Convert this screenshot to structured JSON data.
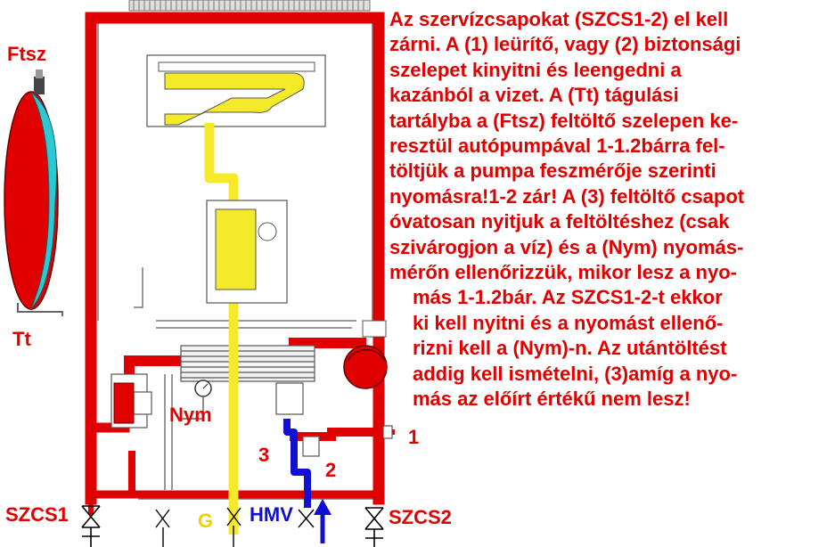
{
  "instructions": {
    "lines_full": [
      "Az szervízcsapokat (SZCS1-2) el kell",
      "zárni. A (1) leürítő, vagy (2) biztonsági",
      "szelepet kinyitni és leengedni a",
      "kazánból a vizet. A (Tt) tágulási",
      "tartályba a (Ftsz) feltöltő szelepen ke-",
      "resztül autópumpával 1-1.2bárra fel-",
      "töltjük a pumpa feszmérője szerinti",
      "nyomásra!1-2 zár! A (3) feltöltő csapot",
      "óvatosan nyitjuk a feltöltéshez (csak",
      "szivárogjon a víz) és a (Nym) nyomás-",
      "mérőn ellenőrizzük, mikor lesz a nyo-"
    ],
    "lines_indented": [
      "más 1-1.2bár. Az SZCS1-2-t ekkor",
      "ki kell nyitni és a nyomást ellenő-",
      "rizni kell a (Nym)-n. Az utántöltést",
      "addig kell ismételni, (3)amíg a nyo-",
      "más az előírt értékű nem lesz!"
    ]
  },
  "labels": {
    "ftsz": "Ftsz",
    "tt": "Tt",
    "nym": "Nym",
    "drain_1": "1",
    "valve_2": "2",
    "tap_3": "3",
    "szcs1": "SZCS1",
    "szcs2": "SZCS2",
    "g": "G",
    "hmv": "HMV"
  },
  "colors": {
    "heating_pipe": "#e00000",
    "gas_pipe": "#f0e020",
    "hot_water": "#1010d0",
    "text": "#e00000",
    "expansion_tank_membrane": "#30c8d0"
  }
}
